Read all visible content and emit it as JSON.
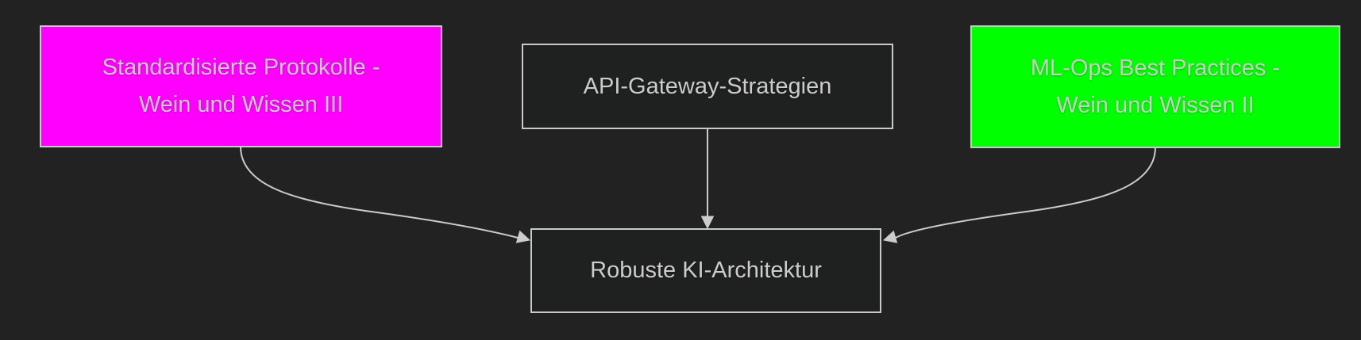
{
  "diagram": {
    "type": "flowchart",
    "direction": "top-to-bottom",
    "background_color": "#222222",
    "edge_color": "#cccccc",
    "default_node_fill": "#1f2020",
    "node_border_color": "#c9c9c9",
    "text_color": "#cccccc",
    "nodes": [
      {
        "id": "protokolle",
        "lines": [
          "Standardisierte Protokolle -",
          "Wein und Wissen III"
        ],
        "full_label": "Standardisierte Protokolle - Wein und Wissen III",
        "fill": "#ff00ff"
      },
      {
        "id": "api",
        "lines": [
          "API-Gateway-Strategien"
        ],
        "full_label": "API-Gateway-Strategien",
        "fill": "#1f2020"
      },
      {
        "id": "mlops",
        "lines": [
          "ML-Ops Best Practices -",
          "Wein und Wissen II"
        ],
        "full_label": "ML-Ops Best Practices - Wein und Wissen II",
        "fill": "#00ff00"
      },
      {
        "id": "architektur",
        "lines": [
          "Robuste KI-Architektur"
        ],
        "full_label": "Robuste KI-Architektur",
        "fill": "#1f2020"
      }
    ],
    "edges": [
      {
        "from": "Standardisierte Protokolle - Wein und Wissen III",
        "to": "Robuste KI-Architektur",
        "style": "curved-arrow"
      },
      {
        "from": "API-Gateway-Strategien",
        "to": "Robuste KI-Architektur",
        "style": "straight-arrow"
      },
      {
        "from": "ML-Ops Best Practices - Wein und Wissen II",
        "to": "Robuste KI-Architektur",
        "style": "curved-arrow"
      }
    ]
  }
}
